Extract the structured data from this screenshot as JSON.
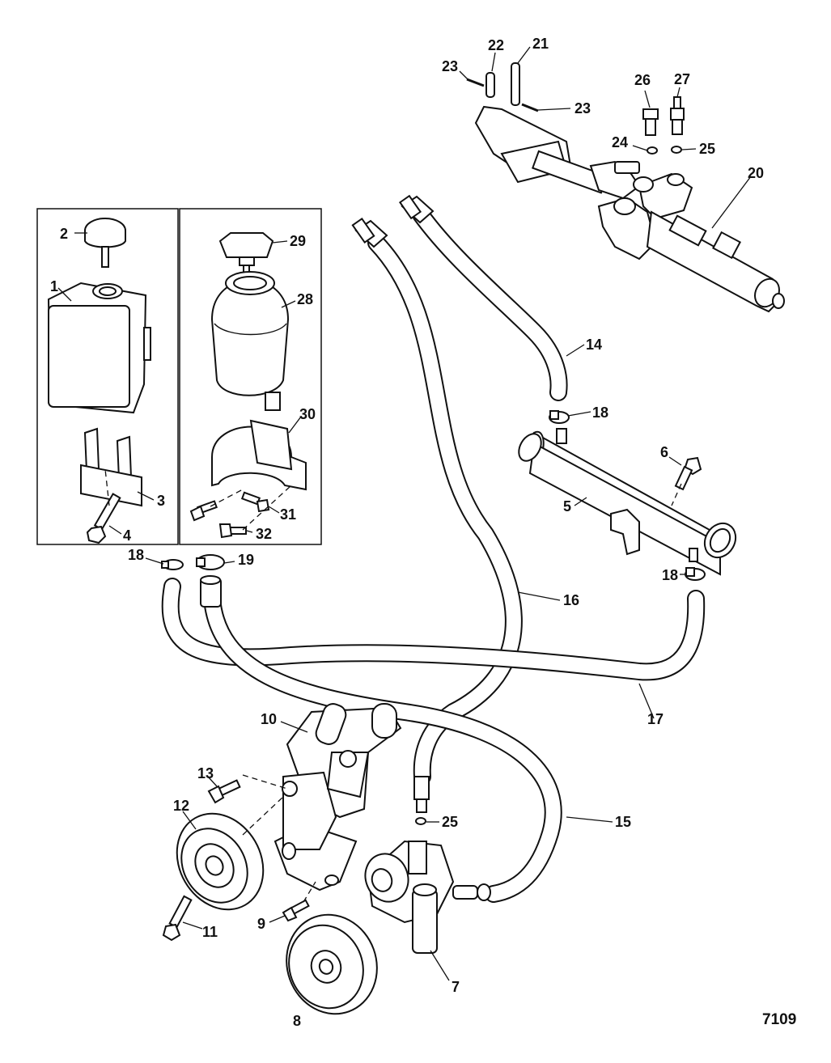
{
  "diagram": {
    "figure_number": "7109",
    "callouts": [
      {
        "id": "c1",
        "text": "1"
      },
      {
        "id": "c2",
        "text": "2"
      },
      {
        "id": "c3",
        "text": "3"
      },
      {
        "id": "c4",
        "text": "4"
      },
      {
        "id": "c5",
        "text": "5"
      },
      {
        "id": "c6",
        "text": "6"
      },
      {
        "id": "c7",
        "text": "7"
      },
      {
        "id": "c8",
        "text": "8"
      },
      {
        "id": "c9",
        "text": "9"
      },
      {
        "id": "c10",
        "text": "10"
      },
      {
        "id": "c11",
        "text": "11"
      },
      {
        "id": "c12",
        "text": "12"
      },
      {
        "id": "c13",
        "text": "13"
      },
      {
        "id": "c14",
        "text": "14"
      },
      {
        "id": "c15",
        "text": "15"
      },
      {
        "id": "c16",
        "text": "16"
      },
      {
        "id": "c17",
        "text": "17"
      },
      {
        "id": "c18a",
        "text": "18"
      },
      {
        "id": "c18b",
        "text": "18"
      },
      {
        "id": "c18c",
        "text": "18"
      },
      {
        "id": "c19",
        "text": "19"
      },
      {
        "id": "c20",
        "text": "20"
      },
      {
        "id": "c21",
        "text": "21"
      },
      {
        "id": "c22",
        "text": "22"
      },
      {
        "id": "c23a",
        "text": "23"
      },
      {
        "id": "c23b",
        "text": "23"
      },
      {
        "id": "c24",
        "text": "24"
      },
      {
        "id": "c25a",
        "text": "25"
      },
      {
        "id": "c25b",
        "text": "25"
      },
      {
        "id": "c26",
        "text": "26"
      },
      {
        "id": "c27",
        "text": "27"
      },
      {
        "id": "c28",
        "text": "28"
      },
      {
        "id": "c29",
        "text": "29"
      },
      {
        "id": "c30",
        "text": "30"
      },
      {
        "id": "c31",
        "text": "31"
      },
      {
        "id": "c32",
        "text": "32"
      }
    ]
  }
}
